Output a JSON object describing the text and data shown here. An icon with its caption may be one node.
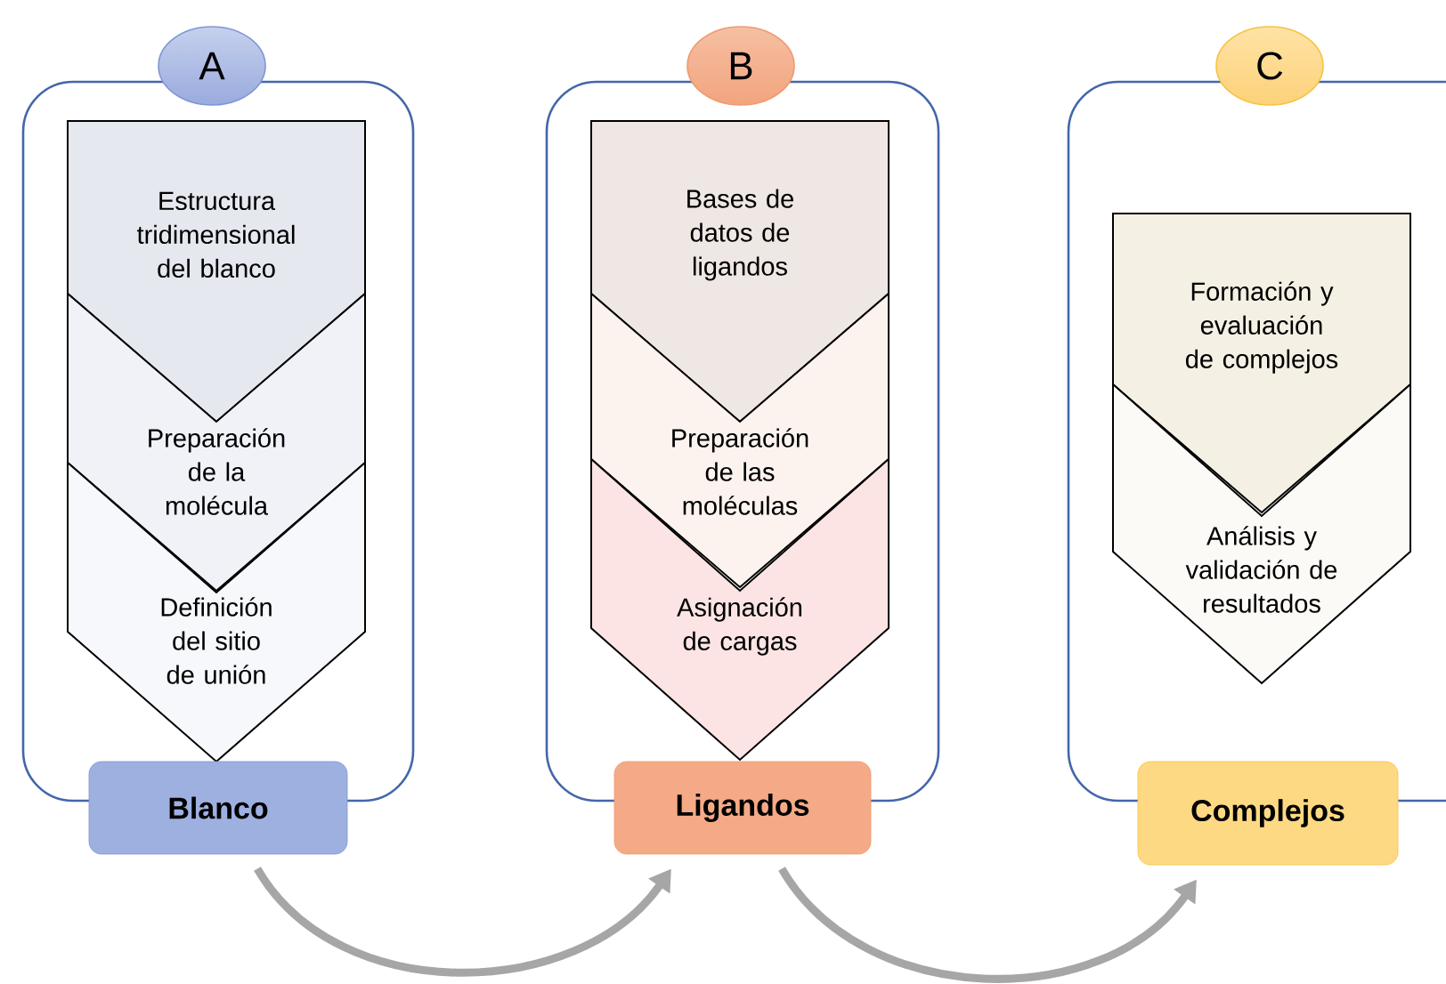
{
  "diagram": {
    "nodes": [
      {
        "text": [
          "A"
        ]
      },
      {
        "text": [],
        "shape": "box"
      },
      {
        "text": [
          "Estructura tridimensional del blanco"
        ],
        "in": 1
      },
      {
        "text": [
          "Preparación de la molécula"
        ],
        "in": 1
      },
      {
        "text": [
          "Definición del sitio de unión"
        ],
        "in": 1
      },
      {
        "text": [
          "Blanco"
        ]
      },
      {
        "text": [
          "B"
        ]
      },
      {
        "text": [],
        "shape": "box"
      },
      {
        "text": [
          "Bases de datos de ligandos"
        ],
        "in": 7
      },
      {
        "text": [
          "Preparación de las moléculas"
        ],
        "in": 7
      },
      {
        "text": [
          "Asignación de cargas"
        ],
        "in": 7
      },
      {
        "text": [
          "Ligandos"
        ]
      },
      {
        "text": [
          "C"
        ]
      },
      {
        "text": [],
        "shape": "box"
      },
      {
        "text": [
          "Formación y evaluación de complejos"
        ],
        "in": 13
      },
      {
        "text": [
          "Análisis y validación de resultados"
        ],
        "in": 13
      },
      {
        "text": [
          "Complejos"
        ]
      }
    ],
    "edges": [
      {
        "from": 5,
        "to": 11,
        "arrow": "to"
      },
      {
        "from": 11,
        "to": 16,
        "arrow": "to"
      }
    ]
  }
}
